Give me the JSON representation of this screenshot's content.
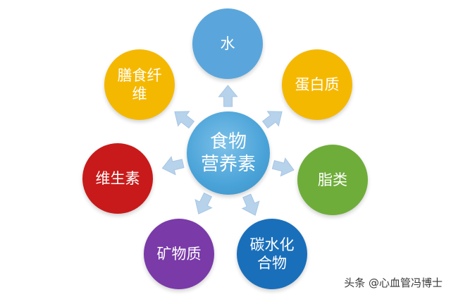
{
  "center": {
    "lines": [
      "食物",
      "营养素"
    ],
    "color": "#5aaede"
  },
  "nodes": [
    {
      "id": "water",
      "lines": [
        "水"
      ],
      "color": "#5aa6dc"
    },
    {
      "id": "protein",
      "lines": [
        "蛋白质"
      ],
      "color": "#f5b800"
    },
    {
      "id": "fat",
      "lines": [
        "脂类"
      ],
      "color": "#6fad3a"
    },
    {
      "id": "carbohydrate",
      "lines": [
        "碳水化",
        "合物"
      ],
      "color": "#1a6fba"
    },
    {
      "id": "mineral",
      "lines": [
        "矿物质"
      ],
      "color": "#7a3aa8"
    },
    {
      "id": "vitamin",
      "lines": [
        "维生素"
      ],
      "color": "#c81a1a"
    },
    {
      "id": "dietary-fiber",
      "lines": [
        "膳食纤",
        "维"
      ],
      "color": "#f5b800"
    }
  ],
  "watermark": "头条 @心血管冯博士"
}
